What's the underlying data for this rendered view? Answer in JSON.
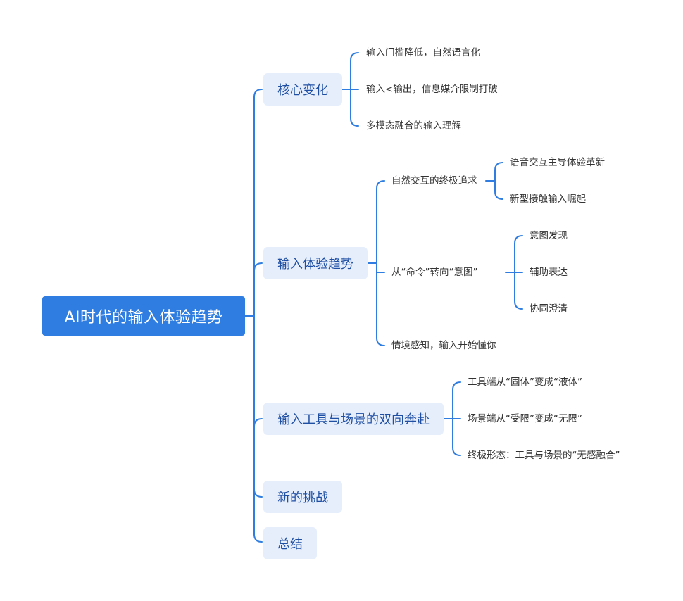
{
  "mindmap": {
    "root": "AI时代的输入体验趋势",
    "branches": [
      {
        "label": "核心变化",
        "children": [
          {
            "label": "输入门槛降低，自然语言化"
          },
          {
            "label": "输入<输出，信息媒介限制打破"
          },
          {
            "label": "多模态融合的输入理解"
          }
        ]
      },
      {
        "label": "输入体验趋势",
        "children": [
          {
            "label": "自然交互的终极追求",
            "children": [
              {
                "label": "语音交互主导体验革新"
              },
              {
                "label": "新型接触输入崛起"
              }
            ]
          },
          {
            "label": "从“命令”转向“意图”",
            "children": [
              {
                "label": "意图发现"
              },
              {
                "label": "辅助表达"
              },
              {
                "label": "协同澄清"
              }
            ]
          },
          {
            "label": "情境感知，输入开始懂你"
          }
        ]
      },
      {
        "label": "输入工具与场景的双向奔赴",
        "children": [
          {
            "label": "工具端从“固体”变成“液体”"
          },
          {
            "label": "场景端从“受限”变成“无限”"
          },
          {
            "label": "终极形态：工具与场景的“无感融合”"
          }
        ]
      },
      {
        "label": "新的挑战"
      },
      {
        "label": "总结"
      }
    ]
  }
}
